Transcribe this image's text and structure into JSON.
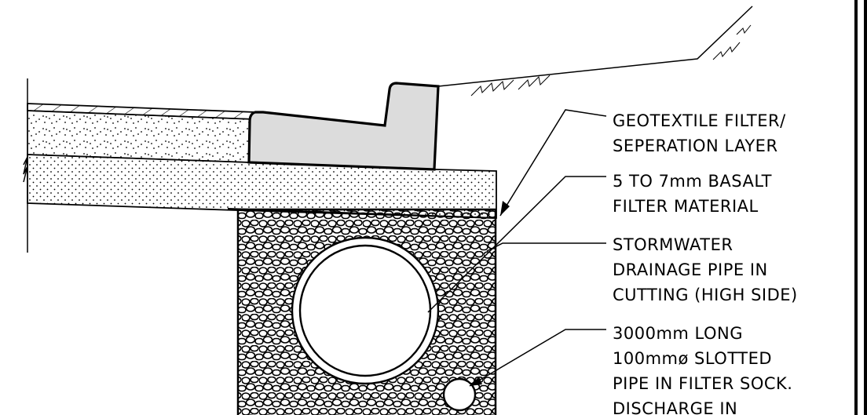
{
  "callouts": [
    {
      "id": "geotextile",
      "lines": [
        "GEOTEXTILE FILTER/",
        "SEPERATION LAYER"
      ]
    },
    {
      "id": "basalt",
      "lines": [
        "5 TO 7mm BASALT",
        "FILTER MATERIAL"
      ]
    },
    {
      "id": "stormwater",
      "lines": [
        "STORMWATER",
        "DRAINAGE PIPE IN",
        "CUTTING (HIGH SIDE)"
      ]
    },
    {
      "id": "slotted",
      "lines": [
        "3000mm LONG",
        "100mmø SLOTTED",
        "PIPE IN FILTER SOCK.",
        "DISCHARGE IN"
      ]
    }
  ],
  "colors": {
    "line": "#000000",
    "kerb_fill": "#dcdcdc",
    "background": "#ffffff"
  }
}
